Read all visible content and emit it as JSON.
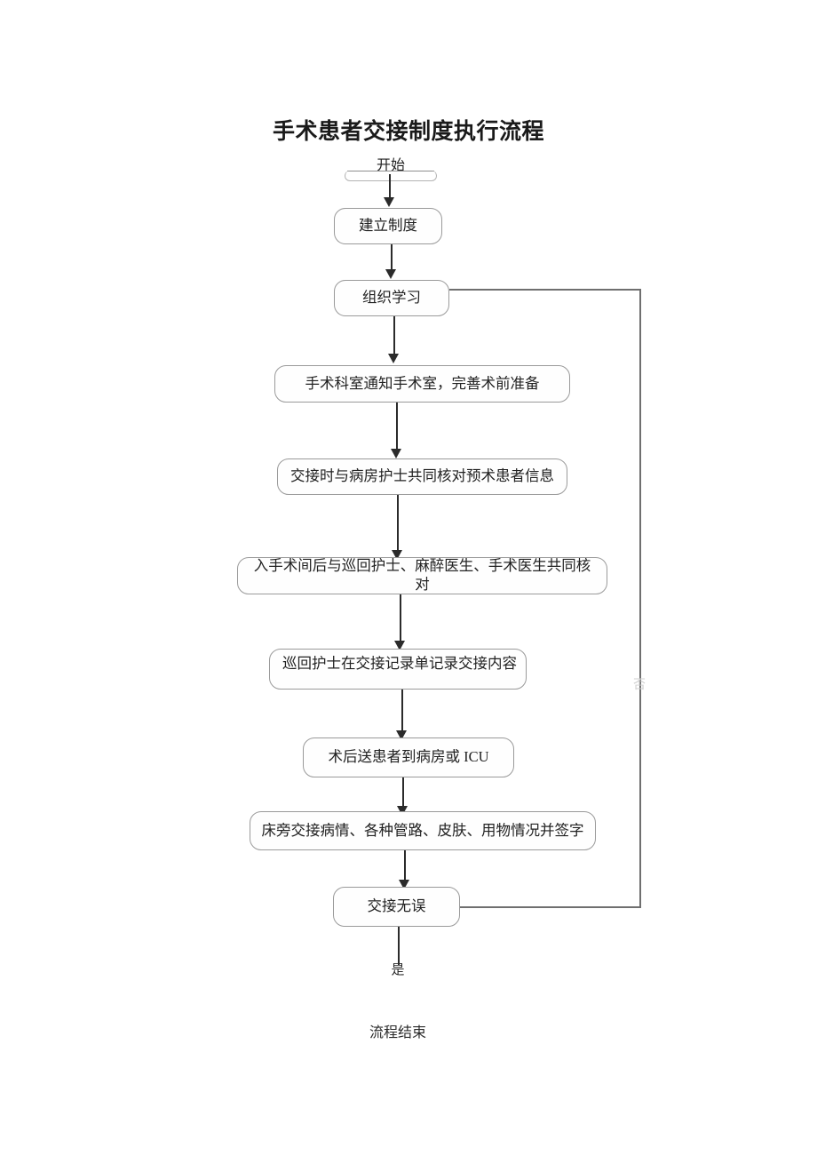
{
  "document": {
    "title": "手术患者交接制度执行流程"
  },
  "flowchart": {
    "type": "flowchart",
    "orientation": "top-to-bottom",
    "start": {
      "label": "开始",
      "shape": "clipped-rounded-rect"
    },
    "nodes": [
      {
        "id": "n1",
        "label": "建立制度",
        "shape": "rounded-rect"
      },
      {
        "id": "n2",
        "label": "组织学习",
        "shape": "rounded-rect"
      },
      {
        "id": "n3",
        "label": "手术科室通知手术室，完善术前准备",
        "shape": "rounded-rect"
      },
      {
        "id": "n4",
        "label": "交接时与病房护士共同核对预术患者信息",
        "shape": "rounded-rect"
      },
      {
        "id": "n5",
        "label": "入手术间后与巡回护士、麻醉医生、手术医生共同核对",
        "shape": "rounded-rect"
      },
      {
        "id": "n6",
        "label": "巡回护士在交接记录单记录交接内容",
        "shape": "rounded-rect",
        "clipped_text": true
      },
      {
        "id": "n7",
        "label": "术后送患者到病房或 ICU",
        "shape": "rounded-rect"
      },
      {
        "id": "n8",
        "label": "床旁交接病情、各种管路、皮肤、用物情况并签字",
        "shape": "rounded-rect"
      },
      {
        "id": "n9",
        "label": "交接无误",
        "shape": "rounded-rect",
        "role": "decision"
      }
    ],
    "edge_labels": {
      "yes": "是",
      "loop_faint": "否"
    },
    "end": {
      "label": "流程结束"
    }
  }
}
